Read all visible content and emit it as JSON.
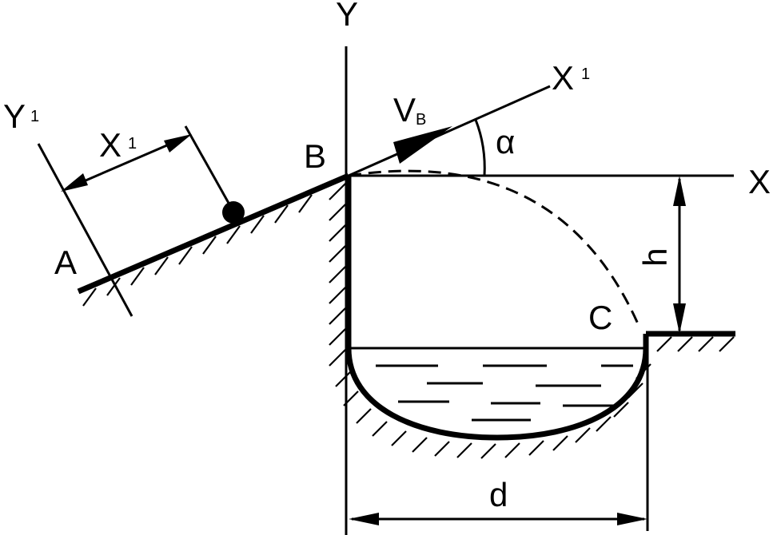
{
  "diagram": {
    "labels": {
      "y_axis": "Y",
      "x_axis": "X",
      "x1_axis": "X",
      "x1_axis_sub": "1",
      "y1_axis": "Y",
      "y1_axis_sub": "1",
      "x1_dim": "X",
      "x1_dim_sub": "1",
      "velocity": "V",
      "velocity_sub": "B",
      "alpha": "α",
      "point_a": "A",
      "point_b": "B",
      "point_c": "C",
      "height": "h",
      "distance": "d"
    },
    "colors": {
      "ink": "#000000",
      "background": "#ffffff"
    }
  }
}
